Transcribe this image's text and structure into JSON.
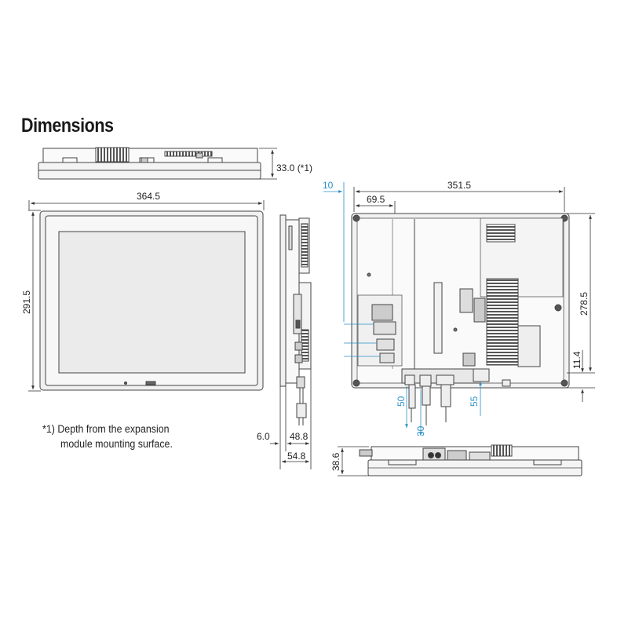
{
  "page": {
    "title": "Dimensions",
    "footnote": {
      "line1": "*1) Depth from the expansion",
      "line2": "module mounting surface."
    }
  },
  "dimensions": {
    "depth_top": "33.0 (*1)",
    "front_width": "364.5",
    "front_height": "291.5",
    "side_bezel": "6.0",
    "side_depth": "48.8",
    "side_total": "54.8",
    "rear_offset_blue": "10",
    "rear_left": "69.5",
    "rear_width": "351.5",
    "rear_height": "278.5",
    "rear_bottom": "11.4",
    "connector_50": "50",
    "connector_30": "30",
    "connector_55": "55",
    "bottom_depth": "38.6"
  },
  "colors": {
    "line": "#444444",
    "dim": "#333333",
    "blue": "#2a8fc7",
    "panel": "#f2f2f2",
    "screen": "#e6e6e6"
  }
}
